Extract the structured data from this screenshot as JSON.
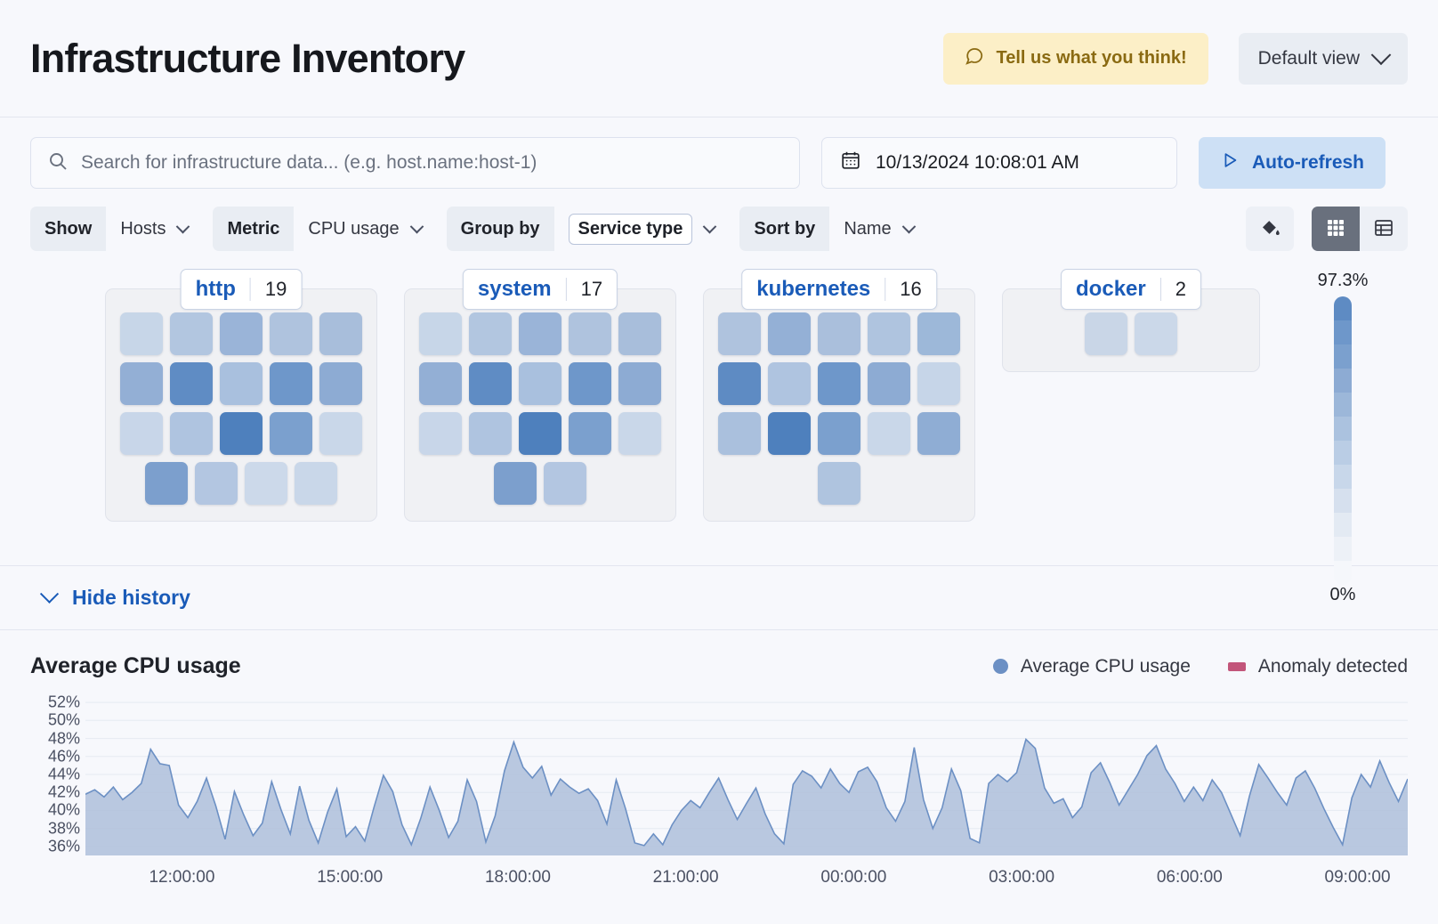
{
  "header": {
    "title": "Infrastructure Inventory",
    "feedback_label": "Tell us what you think!",
    "feedback_icon": "comment-icon",
    "view_label": "Default view",
    "view_icon": "chevron-down-icon",
    "feedback_bg": "#FCEFC7",
    "feedback_fg": "#8a6a12"
  },
  "search": {
    "placeholder": "Search for infrastructure data... (e.g. host.name:host-1)",
    "value": "",
    "icon": "search-icon"
  },
  "datepicker": {
    "value": "10/13/2024 10:08:01 AM",
    "icon": "calendar-icon"
  },
  "autorefresh": {
    "label": "Auto-refresh",
    "icon": "play-icon",
    "bg": "#CDE0F5",
    "fg": "#1a5bb8"
  },
  "filters": [
    {
      "label": "Show",
      "value": "Hosts",
      "boxed": false,
      "name": "show"
    },
    {
      "label": "Metric",
      "value": "CPU usage",
      "boxed": false,
      "name": "metric"
    },
    {
      "label": "Group by",
      "value": "Service type",
      "boxed": true,
      "name": "group-by"
    },
    {
      "label": "Sort by",
      "value": "Name",
      "boxed": false,
      "name": "sort-by"
    }
  ],
  "view_controls": {
    "palette_icon": "fill-color-icon",
    "grid_icon": "grid-view-icon",
    "table_icon": "table-view-icon",
    "active_view": "grid"
  },
  "waffle": {
    "groups": [
      {
        "name": "http",
        "count": "19",
        "rows": [
          [
            "#C7D6E8",
            "#B2C6E0",
            "#9AB4D8",
            "#AFC3DE",
            "#A8BEDB"
          ],
          [
            "#93AFD5",
            "#5F8CC4",
            "#A9C0DE",
            "#6E97CA",
            "#8DABD3"
          ],
          [
            "#C8D6E9",
            "#AFC4E0",
            "#4E80BD",
            "#7BA0CE",
            "#C9D7E9"
          ],
          [
            "#7C9FCD",
            "#B3C6E1",
            "#CCD9EA",
            "#C9D7E9"
          ]
        ]
      },
      {
        "name": "system",
        "count": "17",
        "rows": [
          [
            "#C7D6E8",
            "#B2C6E0",
            "#9AB4D8",
            "#AFC3DE",
            "#A8BEDB"
          ],
          [
            "#93AFD5",
            "#5F8CC4",
            "#A9C0DE",
            "#6E97CA",
            "#8DABD3"
          ],
          [
            "#C8D6E9",
            "#AFC4E0",
            "#4E80BD",
            "#7BA0CE",
            "#C9D7E9"
          ],
          [
            "#7C9FCD",
            "#B3C6E1"
          ]
        ]
      },
      {
        "name": "kubernetes",
        "count": "16",
        "rows": [
          [
            "#AFC3DE",
            "#94B0D6",
            "#AABFDC",
            "#AFC4DF",
            "#9DB8D9"
          ],
          [
            "#5E8BC3",
            "#AFC4E0",
            "#6E97CA",
            "#8DABD3",
            "#C6D5E8"
          ],
          [
            "#AAC0DD",
            "#4E80BD",
            "#7BA0CE",
            "#C9D7E9",
            "#8FADD4"
          ],
          [
            "#AFC4DF"
          ]
        ]
      },
      {
        "name": "docker",
        "count": "2",
        "rows": [
          [
            "#C9D6E7",
            "#CBD8E9"
          ]
        ]
      }
    ],
    "scale": {
      "top_label": "97.3%",
      "bottom_label": "0%",
      "steps": [
        "#5E8BC3",
        "#6E97CA",
        "#7BA0CE",
        "#8DABD3",
        "#9CB7D9",
        "#ABC2DF",
        "#BACDE5",
        "#C8D7EA",
        "#D6E0EE",
        "#E3EAF3",
        "#EDF1F7",
        "#F5F7FB"
      ]
    }
  },
  "history": {
    "toggle_label": "Hide history",
    "toggle_icon": "chevron-down-icon"
  },
  "chart_data": {
    "type": "area",
    "title": "Average CPU usage",
    "xlabel": "",
    "ylabel": "",
    "ylim": [
      35,
      53
    ],
    "yticks": [
      "52%",
      "50%",
      "48%",
      "46%",
      "44%",
      "42%",
      "40%",
      "38%",
      "36%"
    ],
    "ytick_values": [
      52,
      50,
      48,
      46,
      44,
      42,
      40,
      38,
      36
    ],
    "xticks": [
      "12:00:00",
      "15:00:00",
      "18:00:00",
      "21:00:00",
      "00:00:00",
      "03:00:00",
      "06:00:00",
      "09:00:00"
    ],
    "xtick_positions": [
      0.073,
      0.2,
      0.327,
      0.454,
      0.581,
      0.708,
      0.835,
      0.962
    ],
    "grid": true,
    "legend_position": "top-right",
    "legend": [
      {
        "label": "Average CPU usage",
        "color": "#6C90C4",
        "marker": "dot"
      },
      {
        "label": "Anomaly detected",
        "color": "#C2557A",
        "marker": "square"
      }
    ],
    "series": [
      {
        "name": "Average CPU usage",
        "color": "#6C90C4",
        "fill": "#AEC0DB",
        "values": [
          41.8,
          42.3,
          41.5,
          42.6,
          41.2,
          42.0,
          43.0,
          46.8,
          45.2,
          45.0,
          40.6,
          39.2,
          41.0,
          43.6,
          40.5,
          36.8,
          42.1,
          39.5,
          37.2,
          38.6,
          43.2,
          40.1,
          37.4,
          42.7,
          38.9,
          36.4,
          39.8,
          42.4,
          37.1,
          38.2,
          36.6,
          40.4,
          43.9,
          42.1,
          38.4,
          36.2,
          39.1,
          42.6,
          40.0,
          37.0,
          38.8,
          43.4,
          41.0,
          36.5,
          39.4,
          44.4,
          47.6,
          44.8,
          43.6,
          44.9,
          41.7,
          43.5,
          42.6,
          41.9,
          42.4,
          41.1,
          38.5,
          43.4,
          40.2,
          36.4,
          36.1,
          37.4,
          36.2,
          38.4,
          40.0,
          41.1,
          40.3,
          42.0,
          43.6,
          41.2,
          39.0,
          40.8,
          42.5,
          39.6,
          37.4,
          36.3,
          42.9,
          44.4,
          43.8,
          42.5,
          44.6,
          43.0,
          42.0,
          44.3,
          44.8,
          43.2,
          40.3,
          38.8,
          41.0,
          47.0,
          41.2,
          38.0,
          40.3,
          44.6,
          42.2,
          36.9,
          36.4,
          43.0,
          44.0,
          43.2,
          44.2,
          47.9,
          46.9,
          42.5,
          40.8,
          41.3,
          39.2,
          40.4,
          44.2,
          45.3,
          43.1,
          40.6,
          42.3,
          44.0,
          46.1,
          47.2,
          44.6,
          43.0,
          41.0,
          42.6,
          41.1,
          43.4,
          42.0,
          39.6,
          37.2,
          41.6,
          45.1,
          43.6,
          42.0,
          40.6,
          43.6,
          44.4,
          42.5,
          40.2,
          38.1,
          36.2,
          41.4,
          44.0,
          42.6,
          45.5,
          43.1,
          41.0,
          43.5
        ]
      }
    ],
    "anomalies": []
  }
}
